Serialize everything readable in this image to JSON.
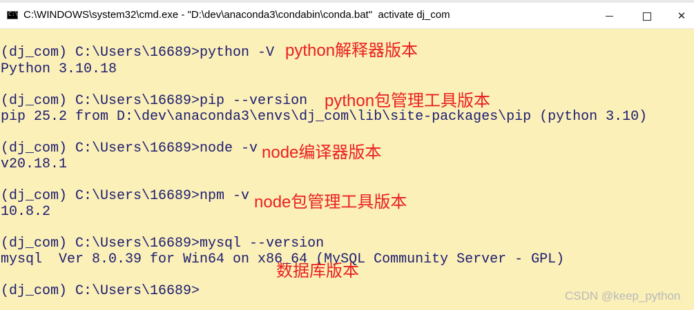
{
  "window": {
    "title": "C:\\WINDOWS\\system32\\cmd.exe - \"D:\\dev\\anaconda3\\condabin\\conda.bat\"  activate dj_com",
    "icon": "terminal-icon",
    "minimize_icon": "minimize-icon",
    "maximize_icon": "maximize-icon",
    "close_icon": "close-icon",
    "close_glyph": "✕"
  },
  "console": {
    "lines": [
      "(dj_com) C:\\Users\\16689>python -V",
      "Python 3.10.18",
      "",
      "(dj_com) C:\\Users\\16689>pip --version",
      "pip 25.2 from D:\\dev\\anaconda3\\envs\\dj_com\\lib\\site-packages\\pip (python 3.10)",
      "",
      "(dj_com) C:\\Users\\16689>node -v",
      "v20.18.1",
      "",
      "(dj_com) C:\\Users\\16689>npm -v",
      "10.8.2",
      "",
      "(dj_com) C:\\Users\\16689>mysql --version",
      "mysql  Ver 8.0.39 for Win64 on x86_64 (MySQL Community Server - GPL)",
      "",
      "(dj_com) C:\\Users\\16689>"
    ]
  },
  "annotations": [
    "python解释器版本",
    "python包管理工具版本",
    "node编译器版本",
    "node包管理工具版本",
    "数据库版本"
  ],
  "watermark": "CSDN @keep_python",
  "colors": {
    "console_background": "#fbf0b8",
    "console_text": "#1c1c70",
    "annotation_text": "#ea2020"
  }
}
